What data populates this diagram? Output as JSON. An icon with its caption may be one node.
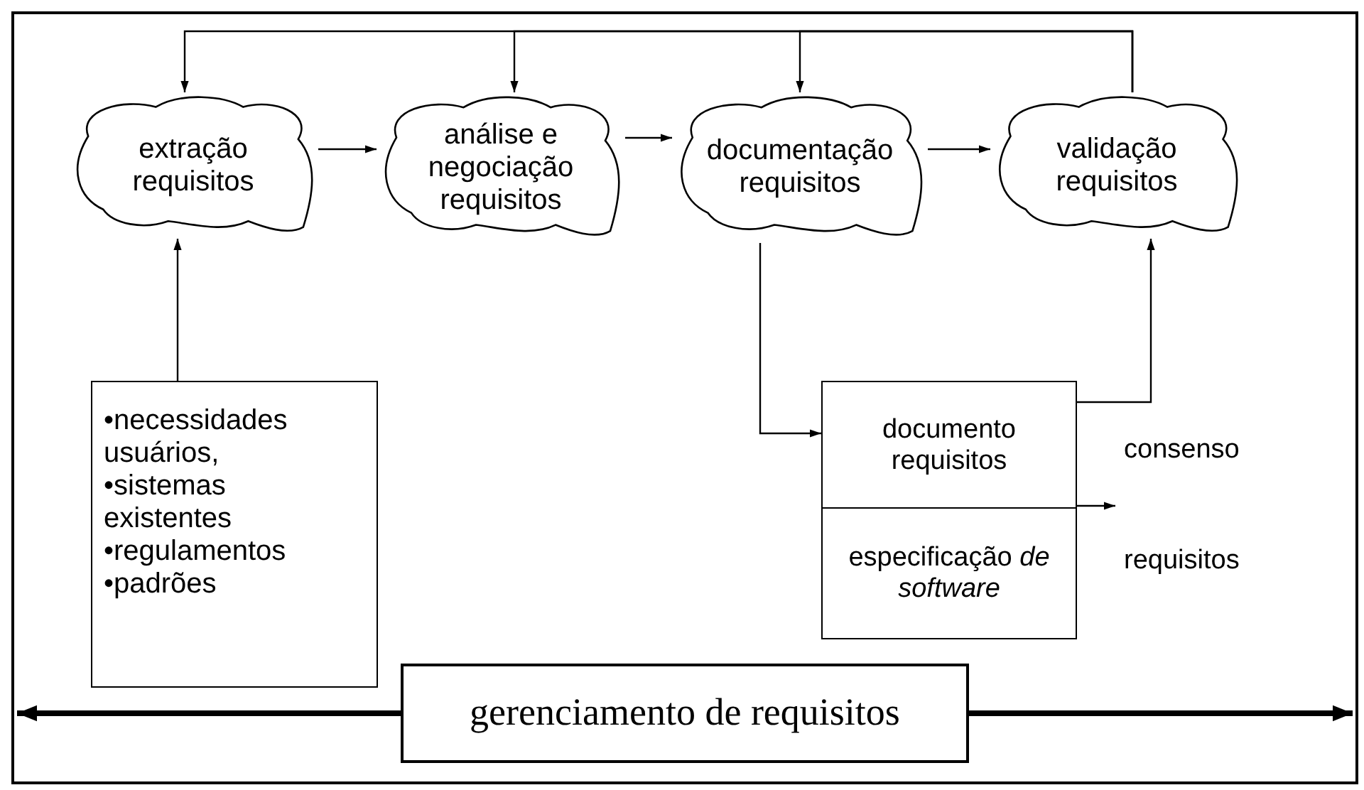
{
  "diagram": {
    "nodes": [
      {
        "text": [
          "extração requisitos"
        ]
      },
      {
        "text": [
          "análise e negociação requisitos"
        ]
      },
      {
        "text": [
          "documentação requisitos"
        ]
      },
      {
        "text": [
          "validação requisitos"
        ]
      },
      {
        "text": [
          "•necessidades usuários,",
          "•sistemas existentes",
          "•regulamentos",
          "•padrões"
        ]
      },
      {
        "text": [
          "documento requisitos",
          "especificação *de software*"
        ]
      },
      {
        "text": [
          "consenso",
          "requisitos"
        ]
      },
      {
        "text": [
          "gerenciamento de requisitos"
        ]
      }
    ],
    "edges": [
      {
        "from": 0,
        "to": 1,
        "arrow": "to"
      },
      {
        "from": 1,
        "to": 2,
        "arrow": "to"
      },
      {
        "from": 2,
        "to": 3,
        "arrow": "to"
      },
      {
        "from": 3,
        "to": 0,
        "arrow": "to"
      },
      {
        "from": 3,
        "to": 1,
        "arrow": "to"
      },
      {
        "from": 3,
        "to": 2,
        "arrow": "to"
      },
      {
        "from": 4,
        "to": 0,
        "arrow": "to"
      },
      {
        "from": 2,
        "to": 5,
        "arrow": "to"
      },
      {
        "from": 5,
        "to": 3,
        "arrow": "to"
      },
      {
        "from": 5,
        "to": 6,
        "arrow": "to"
      },
      {
        "from": 7,
        "to": null,
        "arrow": "to",
        "style": "thick"
      },
      {
        "from": 7,
        "to": null,
        "arrow": "to",
        "style": "thick"
      }
    ]
  }
}
